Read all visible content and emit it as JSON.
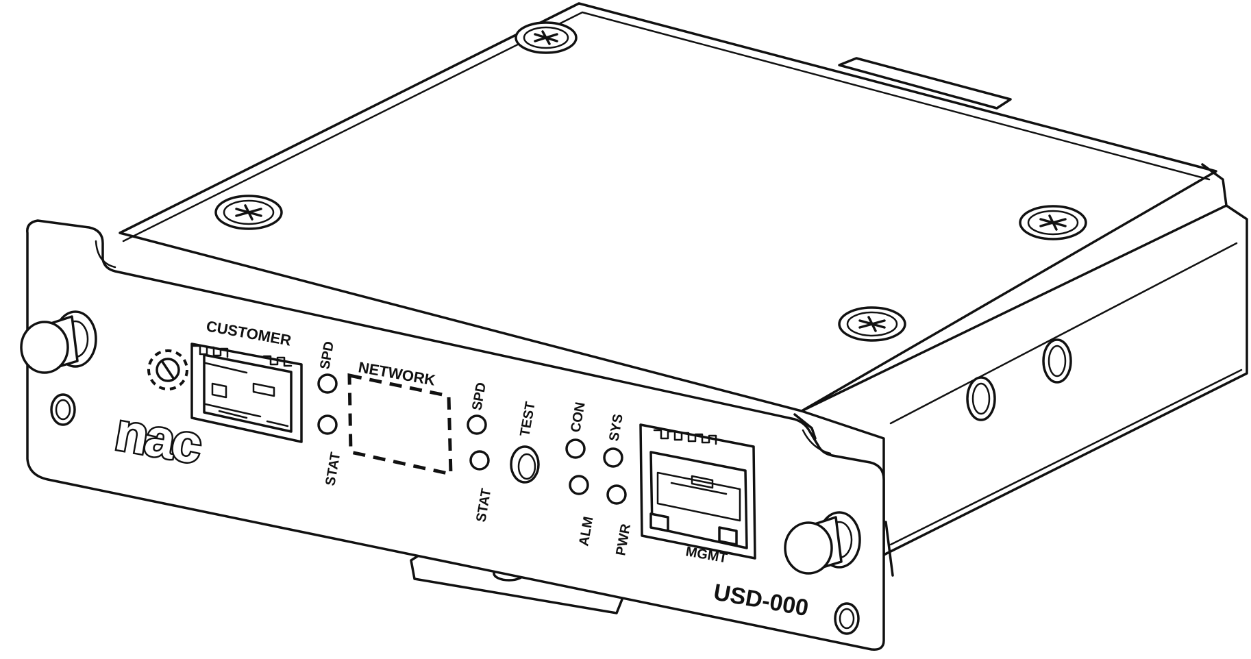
{
  "labels": {
    "customer": "CUSTOMER",
    "network": "NETWORK",
    "test": "TEST",
    "mgmt": "MGMT",
    "model": "USD-000",
    "logo": "nac"
  },
  "leds": {
    "customer_spd": "SPD",
    "customer_stat": "STAT",
    "network_spd": "SPD",
    "network_stat": "STAT",
    "con": "CON",
    "alm": "ALM",
    "sys": "SYS",
    "pwr": "PWR"
  },
  "colors": {
    "line": "#111111",
    "background": "#ffffff"
  },
  "icons": [
    "thumbscrew-icon",
    "phillips-screw-icon",
    "sfp-cage-icon",
    "rj45-port-icon",
    "led-icon",
    "test-button-icon",
    "rotary-switch-icon"
  ]
}
